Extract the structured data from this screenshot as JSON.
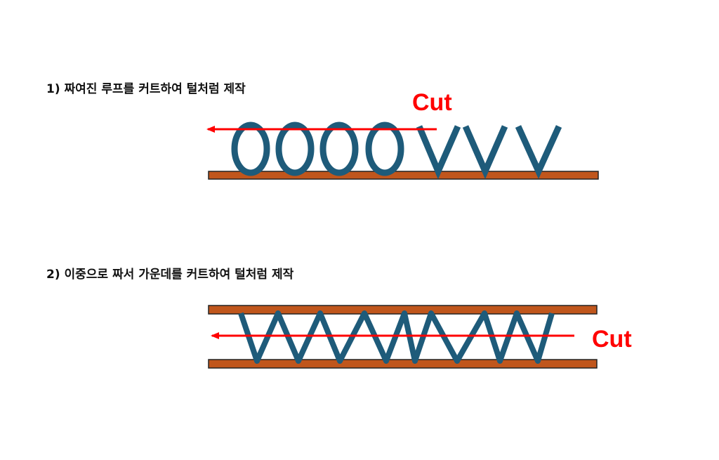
{
  "panel1": {
    "caption": "1) 짜여진 루프를 커트하여 털처럼 제작",
    "cut_label": "Cut"
  },
  "panel2": {
    "caption": "2) 이중으로 짜서 가운데를 커트하여 털처럼 제작",
    "cut_label": "Cut"
  },
  "colors": {
    "fiber": "#1e5b7a",
    "base": "#c0561c",
    "base_border": "#222222",
    "cut": "#ff0000"
  }
}
